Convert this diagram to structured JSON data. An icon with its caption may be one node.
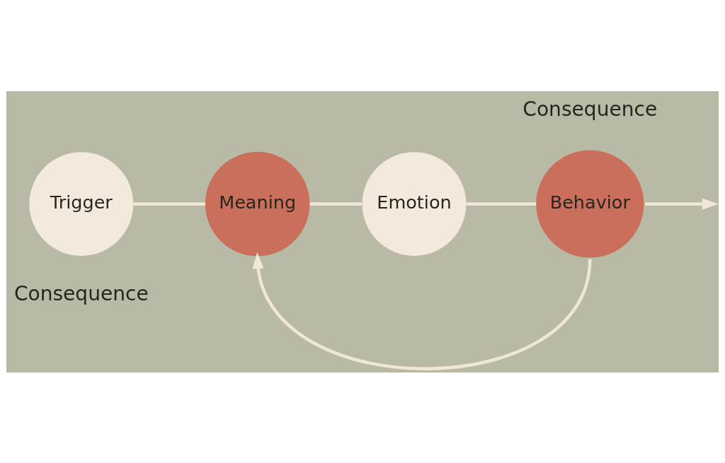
{
  "diagram": {
    "nodes": [
      {
        "text": [
          "Trigger"
        ],
        "beside": [
          "Consequence"
        ]
      },
      {
        "text": [
          "Meaning"
        ]
      },
      {
        "text": [
          "Emotion"
        ]
      },
      {
        "text": [
          "Behavior"
        ],
        "beside": [
          "Consequence"
        ]
      }
    ],
    "edges": [
      {
        "from": 0,
        "to": 1,
        "arrow": "none"
      },
      {
        "from": 1,
        "to": 2,
        "arrow": "none"
      },
      {
        "from": 2,
        "to": 3,
        "arrow": "none"
      },
      {
        "from": 3,
        "to": 1,
        "arrow": "to"
      },
      {
        "from": 3,
        "to": null,
        "arrow": "to"
      }
    ]
  }
}
